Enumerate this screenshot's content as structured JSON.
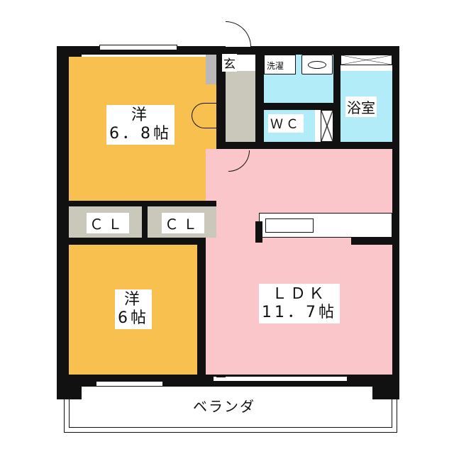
{
  "rooms": {
    "western1": {
      "name": "洋",
      "size": "6．8帖"
    },
    "western2": {
      "name": "洋",
      "size": "6帖"
    },
    "closet1": "ＣＬ",
    "closet2": "ＣＬ",
    "ldk": {
      "name": "ＬＤＫ",
      "size": "11．7帖"
    },
    "entrance": "玄",
    "laundry": "洗濯",
    "wc": "ＷＣ",
    "bathroom": "浴室",
    "balcony": "ベランダ"
  },
  "colors": {
    "western": "#f8c04e",
    "ldk": "#fbc6c9",
    "wet": "#b2ecf8",
    "storage": "#c9c8bb"
  }
}
